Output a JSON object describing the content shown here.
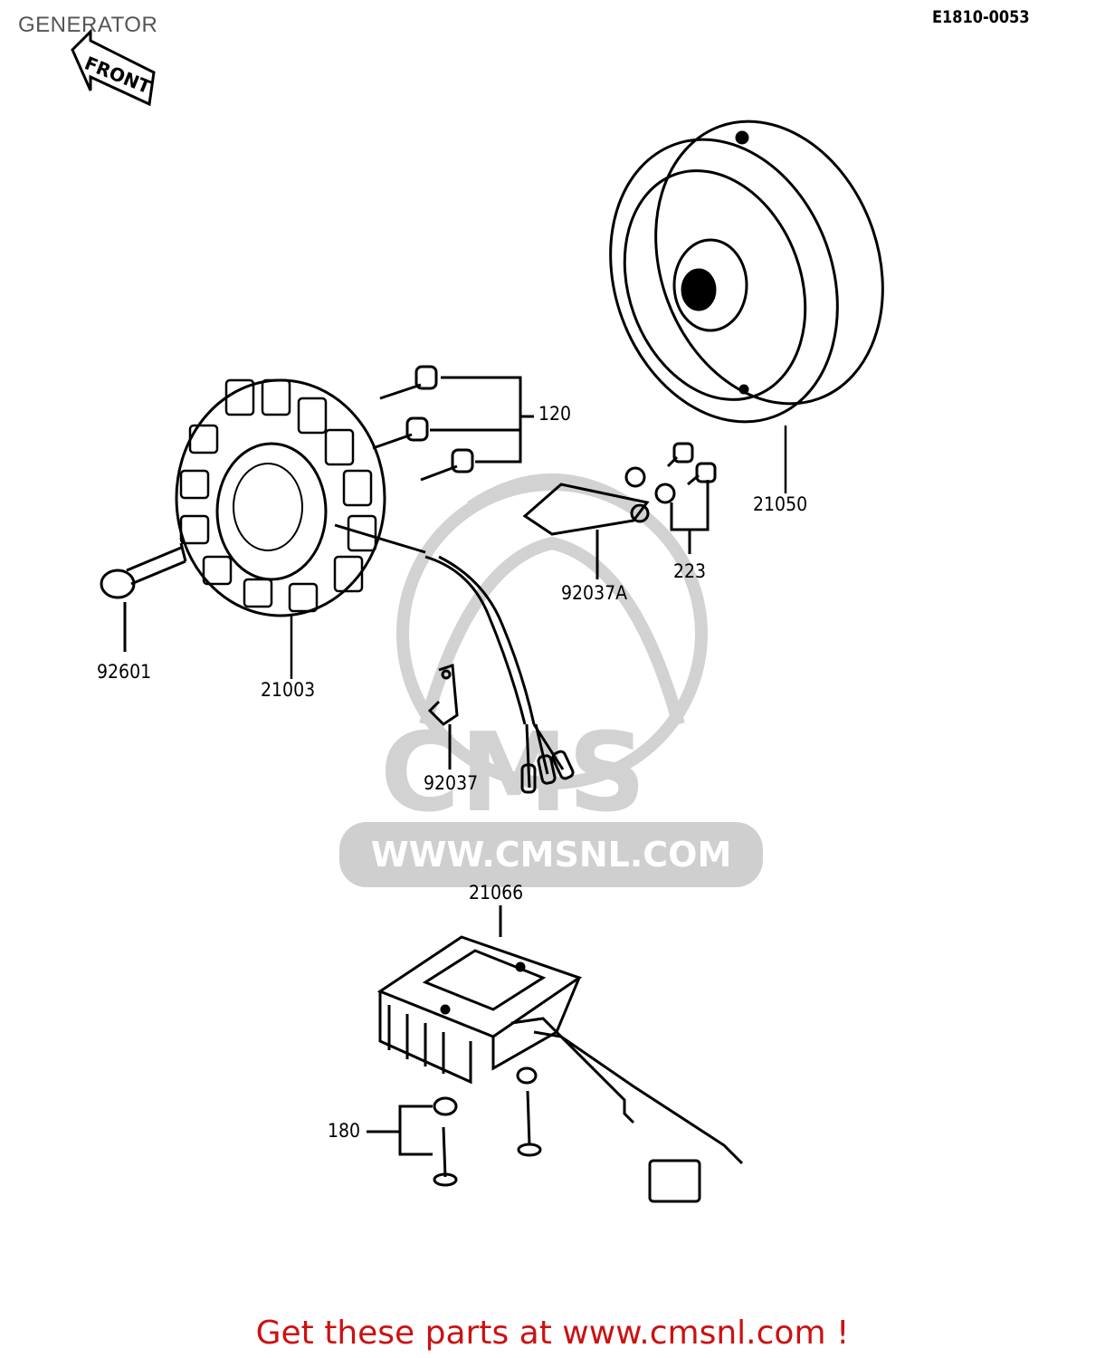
{
  "page": {
    "title": "GENERATOR",
    "code": "E1810-0053"
  },
  "front_label": "FRONT",
  "parts": {
    "flywheel": "21050",
    "screws_top": "120",
    "stator": "21003",
    "bolt_left": "92601",
    "bracket": "92037A",
    "bolts_223": "223",
    "clamp": "92037",
    "regulator": "21066",
    "screws_180": "180"
  },
  "watermark": {
    "logo_text": "CMS",
    "url": "WWW.CMSNL.COM"
  },
  "footer": {
    "text": "Get these parts at www.cmsnl.com !"
  },
  "colors": {
    "footer": "#cc1111",
    "watermark": "#cfcfcf"
  }
}
